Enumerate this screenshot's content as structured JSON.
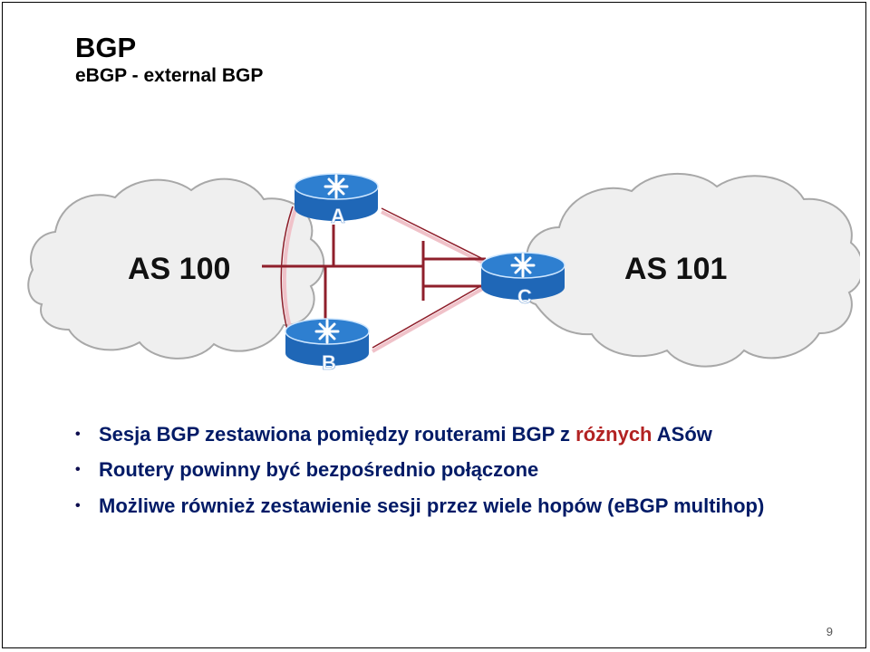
{
  "slide": {
    "title": "BGP",
    "subtitle": "eBGP - external BGP",
    "page_number": "9"
  },
  "diagram": {
    "left_as_label": "AS 100",
    "right_as_label": "AS 101",
    "routers": [
      {
        "label": "A"
      },
      {
        "label": "B"
      },
      {
        "label": "C"
      }
    ],
    "colors": {
      "cloud_fill": "#efefef",
      "cloud_stroke": "#a8a8a8",
      "router_top": "#2e7fd0",
      "router_body": "#1f67b7",
      "link": "#8f1f2b",
      "link_light": "#f0c2c9"
    }
  },
  "bullets": [
    {
      "text_before": "Sesja BGP zestawiona pomiędzy routerami BGP z ",
      "accent_text": "różnych",
      "text_after": " ASów"
    },
    {
      "text": "Routery powinny być bezpośrednio połączone"
    },
    {
      "text": "Możliwe również zestawienie sesji przez wiele hopów (eBGP multihop)"
    }
  ],
  "icons": {
    "bullet": "•"
  }
}
